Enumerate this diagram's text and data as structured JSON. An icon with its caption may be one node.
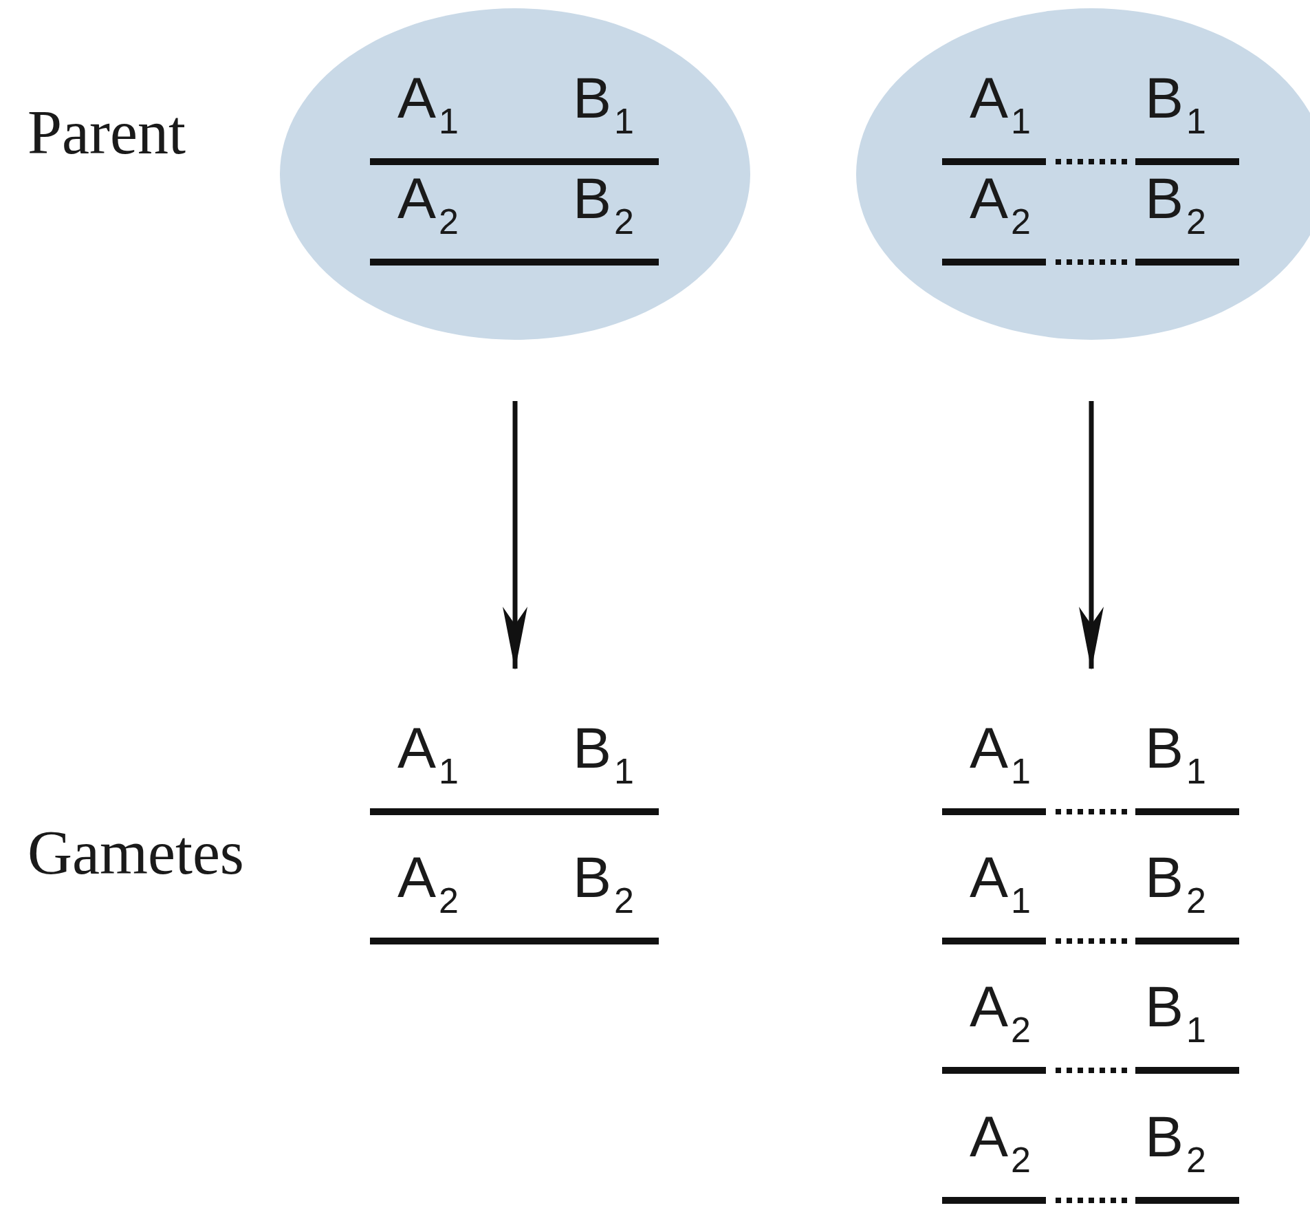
{
  "diagram": {
    "nodes": [
      {
        "text": [],
        "shape": "ellipse"
      },
      {
        "text": [
          "A$_{1}$",
          "B$_{1}$"
        ],
        "in": 0
      },
      {
        "text": [
          "A$_{2}$",
          "B$_{2}$"
        ],
        "in": 0
      },
      {
        "text": [],
        "shape": "ellipse"
      },
      {
        "text": [
          "A$_{1}$",
          "B$_{1}$"
        ],
        "in": 3
      },
      {
        "text": [
          "A$_{2}$",
          "B$_{2}$"
        ],
        "in": 3
      },
      {
        "text": [
          "A$_{1}$",
          "B$_{1}$"
        ]
      },
      {
        "text": [
          "A$_{2}$",
          "B$_{2}$"
        ]
      },
      {
        "text": [
          "A$_{1}$",
          "B$_{1}$"
        ]
      },
      {
        "text": [
          "A$_{1}$",
          "B$_{2}$"
        ]
      },
      {
        "text": [
          "A$_{2}$",
          "B$_{1}$"
        ]
      },
      {
        "text": [
          "A$_{2}$",
          "B$_{2}$"
        ]
      }
    ],
    "edges": [
      {
        "from": 0,
        "to": null,
        "arrow": "to"
      },
      {
        "from": 3,
        "to": null,
        "arrow": "to"
      }
    ],
    "labels": [
      "Parent",
      "Gametes"
    ]
  }
}
